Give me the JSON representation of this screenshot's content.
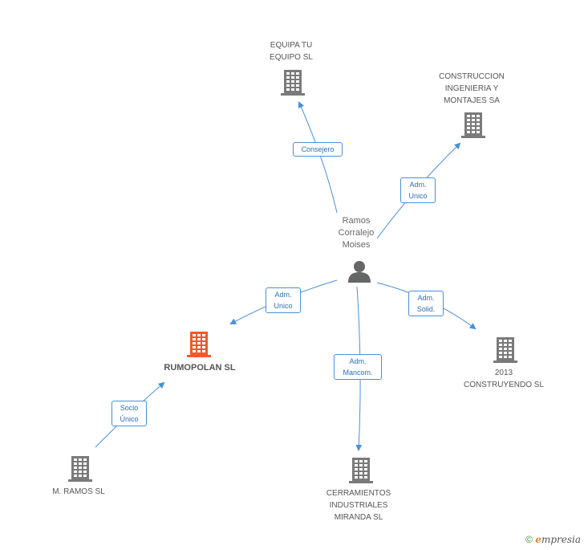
{
  "colors": {
    "edge": "#4a90d9",
    "building": "#7a7a7a",
    "building_main": "#f05a28",
    "person": "#666666"
  },
  "person": {
    "name_lines": [
      "Ramos",
      "Corralejo",
      "Moises"
    ],
    "icon": "person-icon"
  },
  "companies": [
    {
      "id": "equipa",
      "lines": [
        "EQUIPA TU",
        "EQUIPO SL"
      ],
      "icon": "building-icon"
    },
    {
      "id": "construccion",
      "lines": [
        "CONSTRUCCION",
        "INGENIERIA Y",
        "MONTAJES SA"
      ],
      "icon": "building-icon"
    },
    {
      "id": "rumopolan",
      "lines": [
        "RUMOPOLAN SL"
      ],
      "icon": "building-icon",
      "main": true
    },
    {
      "id": "construyendo",
      "lines": [
        "2013",
        "CONSTRUYENDO SL"
      ],
      "icon": "building-icon"
    },
    {
      "id": "mramos",
      "lines": [
        "M. RAMOS SL"
      ],
      "icon": "building-icon"
    },
    {
      "id": "cerramientos",
      "lines": [
        "CERRAMIENTOS",
        "INDUSTRIALES",
        "MIRANDA SL"
      ],
      "icon": "building-icon"
    }
  ],
  "relations": [
    {
      "id": "consejero",
      "lines": [
        "Consejero"
      ]
    },
    {
      "id": "adm-unico-1",
      "lines": [
        "Adm.",
        "Unico"
      ]
    },
    {
      "id": "adm-unico-2",
      "lines": [
        "Adm.",
        "Unico"
      ]
    },
    {
      "id": "adm-solid",
      "lines": [
        "Adm.",
        "Solid."
      ]
    },
    {
      "id": "adm-mancom",
      "lines": [
        "Adm.",
        "Mancom."
      ]
    },
    {
      "id": "socio-unico",
      "lines": [
        "Socio",
        "Único"
      ]
    }
  ],
  "footer": {
    "copyright": "©",
    "brand_first": "e",
    "brand_rest": "mpresia"
  }
}
